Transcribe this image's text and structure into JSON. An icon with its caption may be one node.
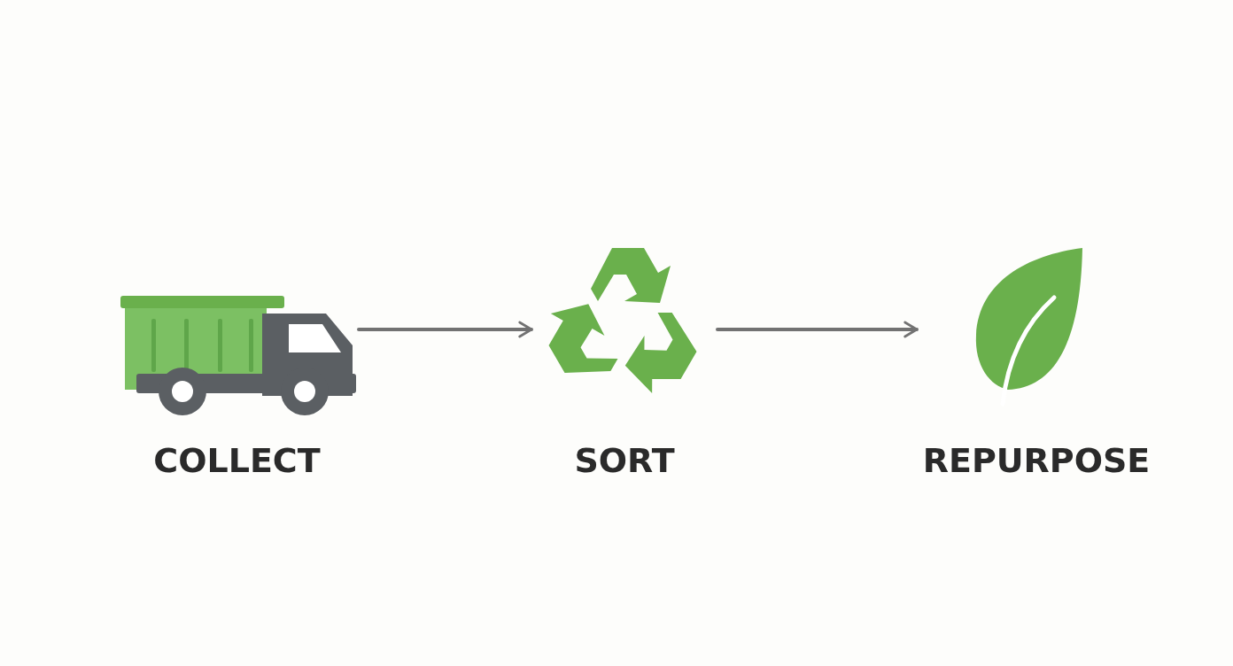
{
  "diagram": {
    "nodes": [
      {
        "text": [
          "COLLECT"
        ]
      },
      {
        "text": [
          "SORT"
        ]
      },
      {
        "text": [
          "REPURPOSE"
        ]
      }
    ],
    "edges": [
      {
        "from": 0,
        "to": 1,
        "arrow": "to"
      },
      {
        "from": 1,
        "to": 2,
        "arrow": "to"
      }
    ]
  }
}
